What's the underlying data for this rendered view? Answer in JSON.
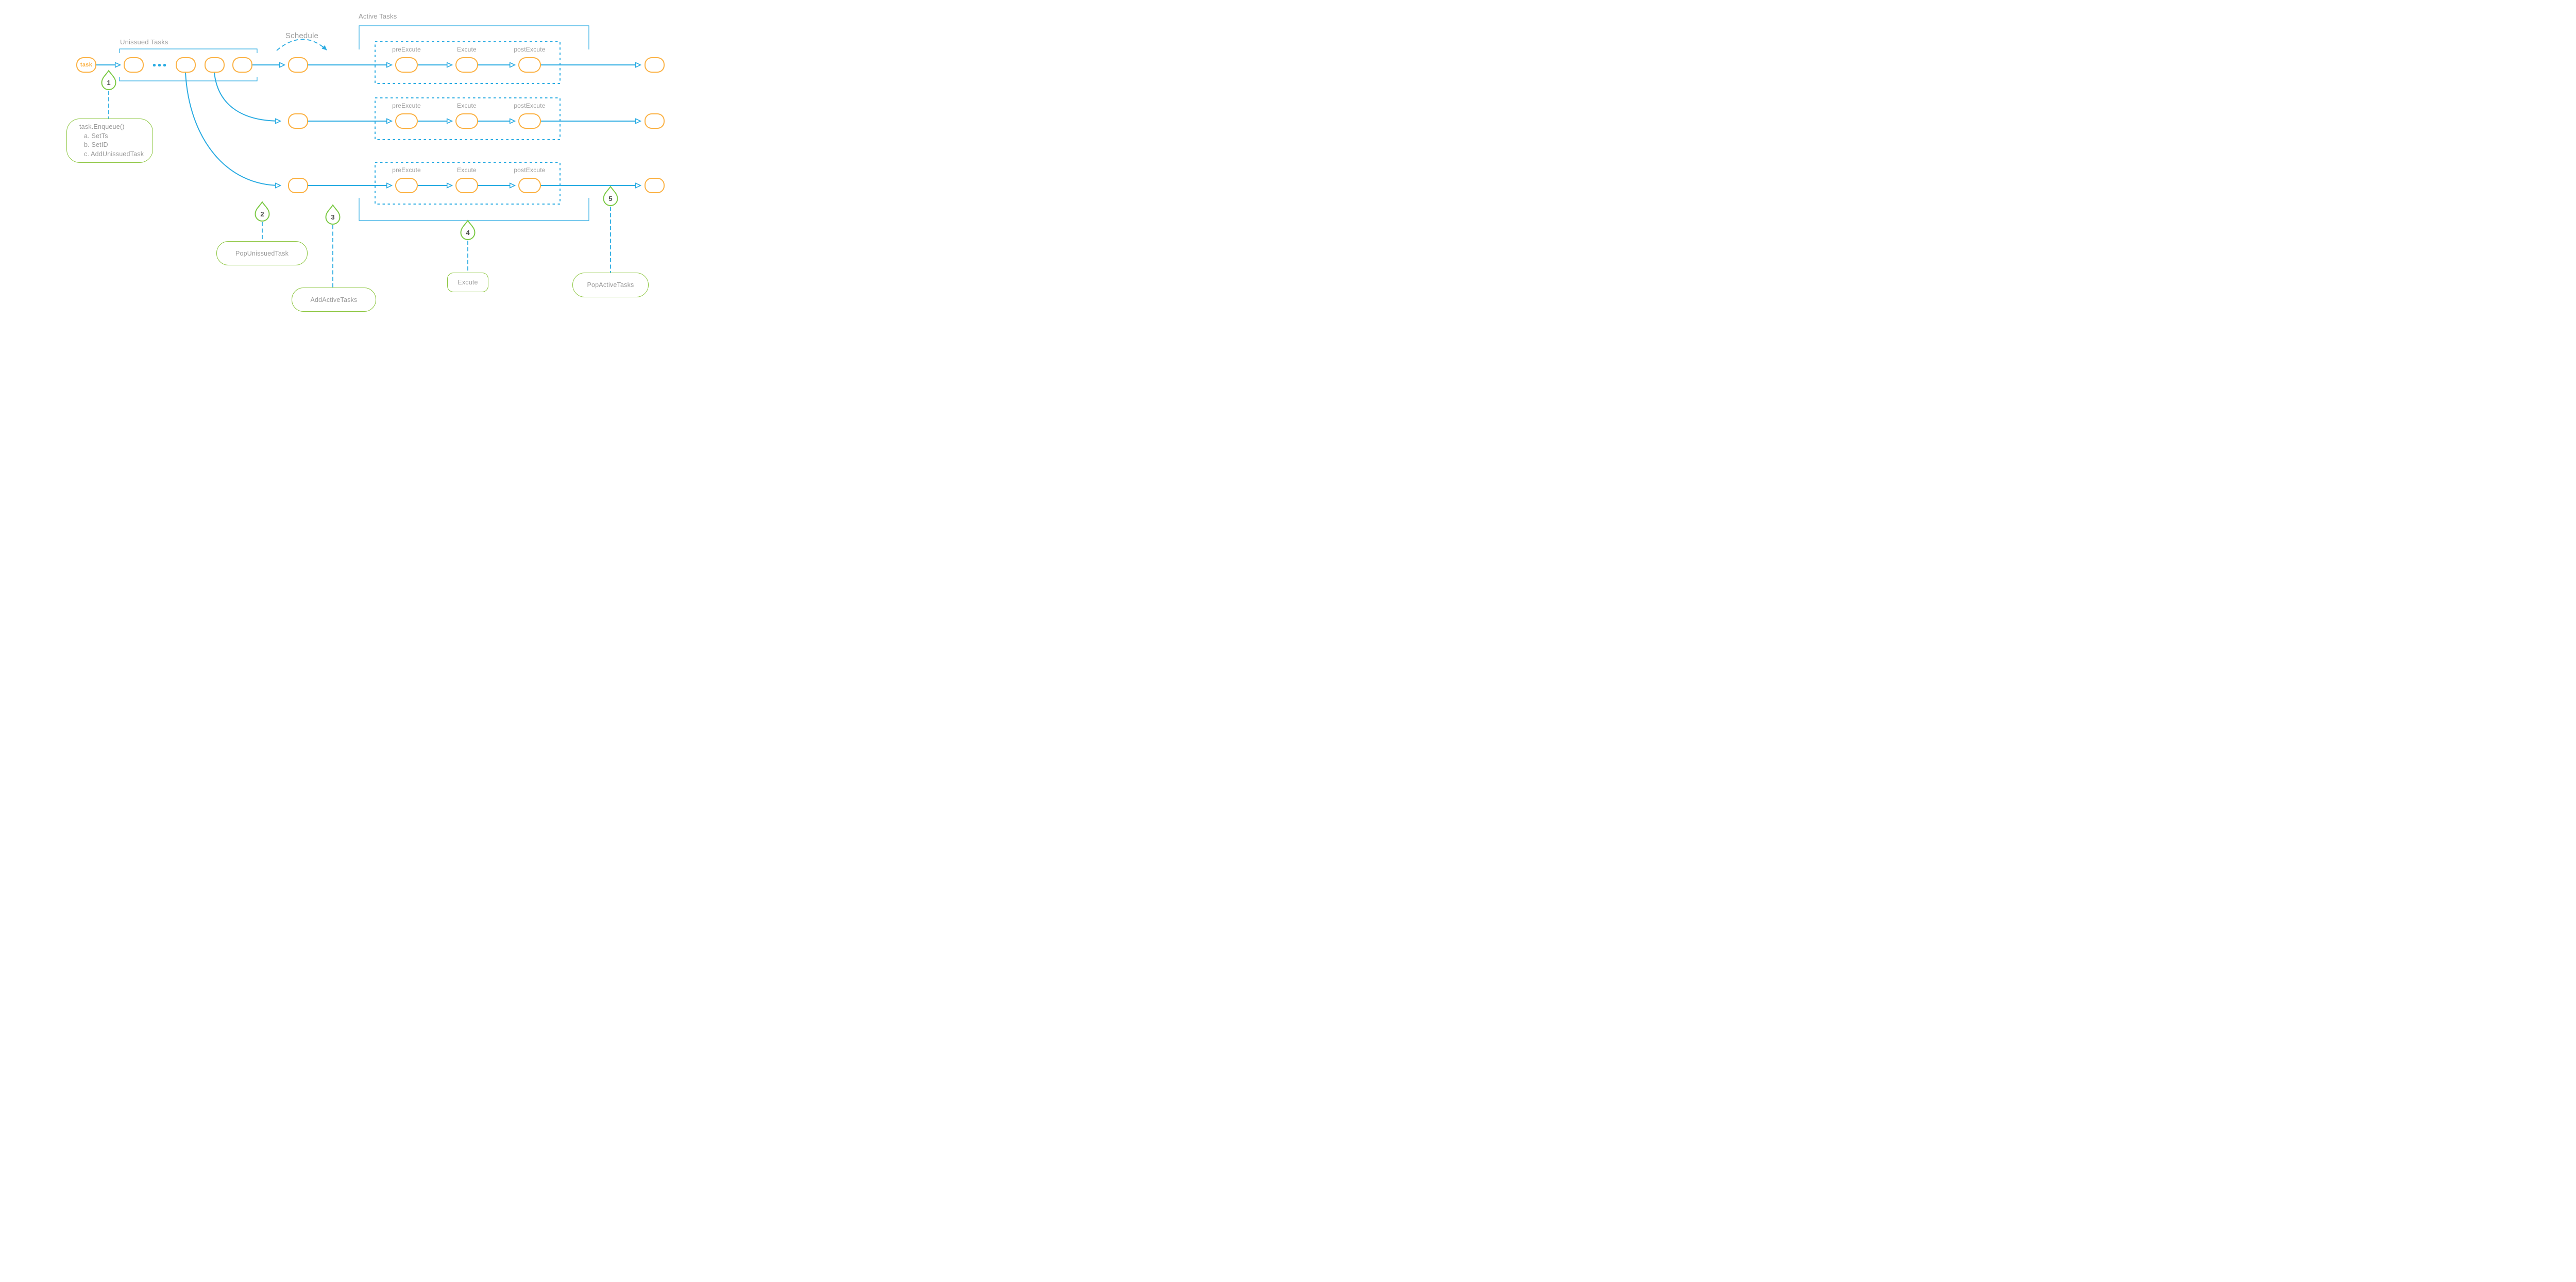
{
  "labels": {
    "unissued_tasks": "Unissued Tasks",
    "schedule": "Schedule",
    "active_tasks": "Active Tasks"
  },
  "task_node": {
    "label": "task"
  },
  "pipeline": {
    "pre": "preExcute",
    "exec": "Excute",
    "post": "postExcute"
  },
  "annotations": [
    {
      "number": "1",
      "lines": [
        "task.Enqueue()",
        "a. SetTs",
        "b. SetID",
        "c. AddUnissuedTask"
      ]
    },
    {
      "number": "2",
      "label": "PopUnissuedTask"
    },
    {
      "number": "3",
      "label": "AddActiveTasks"
    },
    {
      "number": "4",
      "label": "Excute"
    },
    {
      "number": "5",
      "label": "PopActiveTasks"
    }
  ],
  "colors": {
    "flow_blue": "#29ABE2",
    "node_orange": "#FBB040",
    "marker_green": "#7AC943",
    "box_green": "#8CC63F",
    "label_gray": "#9B9B9B"
  }
}
